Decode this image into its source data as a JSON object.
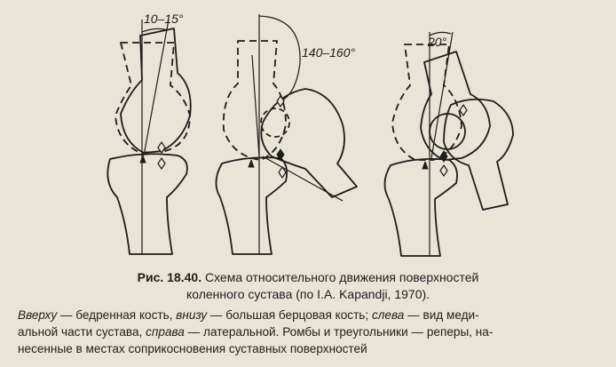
{
  "figure": {
    "angle_labels": [
      "10–15°",
      "140–160°",
      "20°"
    ]
  },
  "caption": {
    "fig_number": "Рис. 18.40.",
    "title_line1": " Схема относительного движения поверхностей",
    "title_line2": "коленного сустава (по I.A. Kapandji, 1970).",
    "desc": {
      "w1": "Вверху",
      "t1": " — бедренная кость, ",
      "w2": "внизу",
      "t2": " — большая берцовая кость; ",
      "w3": "слева",
      "t3": " — вид меди-",
      "line2a": "альной части сустава, ",
      "w4": "справа",
      "t4": " — латеральной. Ромбы и треугольники — реперы, на-",
      "line3": "несенные в местах соприкосновения суставных поверхностей"
    }
  },
  "colors": {
    "ink": "#1e1d1a",
    "paper": "#e9e4d6"
  }
}
